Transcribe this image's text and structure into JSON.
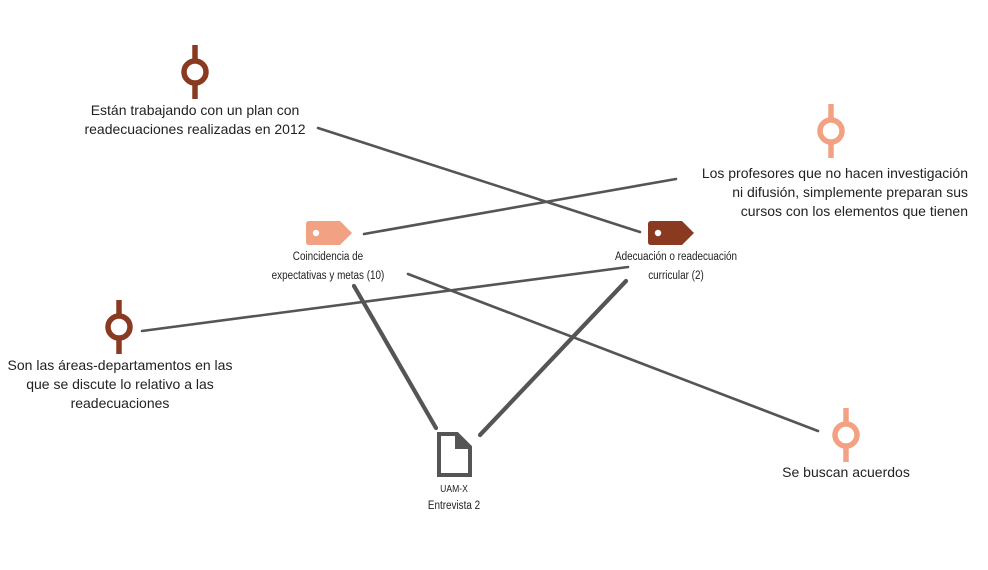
{
  "colors": {
    "edge": "#555555",
    "dark_code": "#8b3a22",
    "light_code": "#f2a283",
    "document": "#555555"
  },
  "quotes": {
    "plan_2012": {
      "lines": [
        "Están trabajando con un plan con",
        "readecuaciones realizadas en 2012"
      ],
      "color": "#8b3a22",
      "icon": "quote-node-icon"
    },
    "profesores": {
      "lines": [
        "Los profesores que no hacen investigación",
        "ni difusión, simplemente preparan sus",
        "cursos con los elementos que tienen"
      ],
      "color": "#f2a283",
      "icon": "quote-node-icon"
    },
    "areas": {
      "lines": [
        "Son las áreas-departamentos en las",
        "que se discute lo relativo a las",
        "readecuaciones"
      ],
      "color": "#8b3a22",
      "icon": "quote-node-icon"
    },
    "acuerdos": {
      "lines": [
        "Se buscan acuerdos"
      ],
      "color": "#f2a283",
      "icon": "quote-node-icon"
    }
  },
  "codes": {
    "coincidencia": {
      "lines": [
        "Coincidencia de",
        "expectativas y metas (10)"
      ],
      "color": "#f2a283",
      "icon": "tag-icon"
    },
    "adecuacion": {
      "lines": [
        "Adecuación o readecuación",
        "curricular (2)"
      ],
      "color": "#8b3a22",
      "icon": "tag-icon"
    }
  },
  "document": {
    "lines": [
      "UAM-X",
      "Entrevista 2"
    ],
    "icon": "document-icon"
  }
}
